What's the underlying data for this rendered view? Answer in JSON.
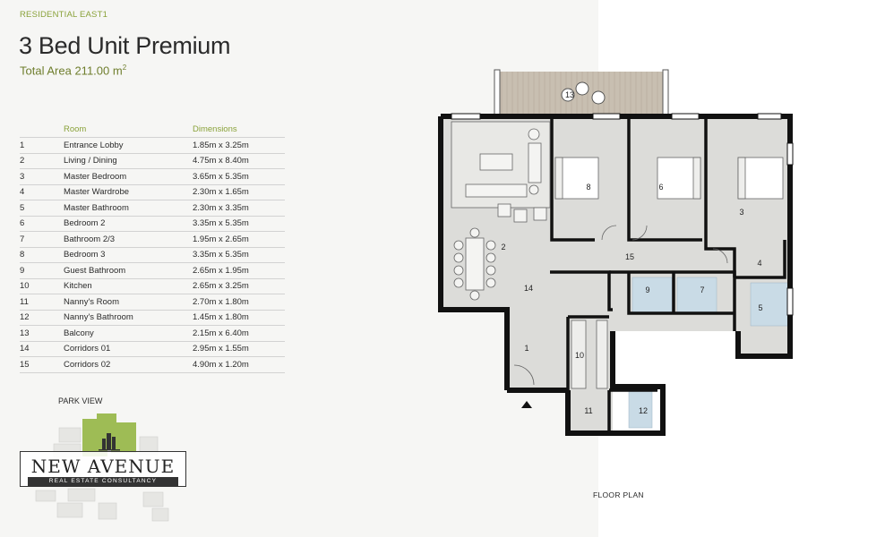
{
  "header": {
    "building": "RESIDENTIAL EAST1",
    "unit_title": "3 Bed Unit Premium",
    "area_label": "Total Area",
    "area_value": "211.00 m",
    "area_unit_sup": "2"
  },
  "table": {
    "headers": [
      "Room",
      "Dimensions"
    ],
    "rows": [
      {
        "no": "1",
        "room": "Entrance Lobby",
        "dim": "1.85m x 3.25m"
      },
      {
        "no": "2",
        "room": "Living / Dining",
        "dim": "4.75m x 8.40m"
      },
      {
        "no": "3",
        "room": "Master Bedroom",
        "dim": "3.65m x 5.35m"
      },
      {
        "no": "4",
        "room": "Master Wardrobe",
        "dim": "2.30m x 1.65m"
      },
      {
        "no": "5",
        "room": "Master Bathroom",
        "dim": "2.30m x 3.35m"
      },
      {
        "no": "6",
        "room": "Bedroom 2",
        "dim": "3.35m x 5.35m"
      },
      {
        "no": "7",
        "room": "Bathroom 2/3",
        "dim": "1.95m x 2.65m"
      },
      {
        "no": "8",
        "room": "Bedroom 3",
        "dim": "3.35m x 5.35m"
      },
      {
        "no": "9",
        "room": "Guest Bathroom",
        "dim": "2.65m x 1.95m"
      },
      {
        "no": "10",
        "room": "Kitchen",
        "dim": "2.65m x 3.25m"
      },
      {
        "no": "11",
        "room": "Nanny's Room",
        "dim": "2.70m x 1.80m"
      },
      {
        "no": "12",
        "room": "Nanny's Bathroom",
        "dim": "1.45m x 1.80m"
      },
      {
        "no": "13",
        "room": "Balcony",
        "dim": "2.15m x 6.40m"
      },
      {
        "no": "14",
        "room": "Corridors 01",
        "dim": "2.95m x 1.55m"
      },
      {
        "no": "15",
        "room": "Corridors 02",
        "dim": "4.90m x 1.20m"
      }
    ]
  },
  "key_plan": {
    "label": "PARK VIEW",
    "highlight_color": "#8fb33a"
  },
  "logo": {
    "name": "NEW AVENUE",
    "tagline": "REAL ESTATE CONSULTANCY"
  },
  "plan": {
    "caption": "FLOOR PLAN",
    "room_numbers": [
      "1",
      "2",
      "3",
      "4",
      "5",
      "6",
      "7",
      "8",
      "9",
      "10",
      "11",
      "12",
      "13",
      "14",
      "15"
    ]
  },
  "colors": {
    "accent_green": "#8aa23a",
    "room_fill": "#dcdcd9",
    "wall": "#111111",
    "bath_fill": "#c9dbe6",
    "balcony_wood": "#c8bfb1"
  }
}
